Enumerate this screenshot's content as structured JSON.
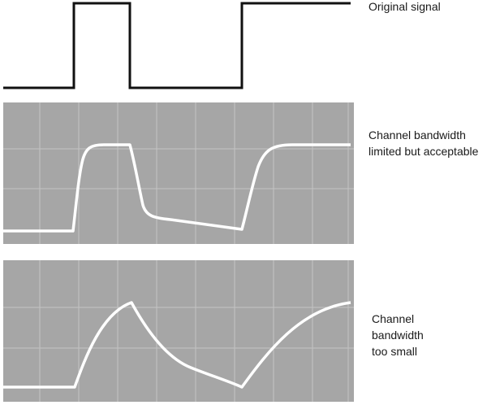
{
  "labels": {
    "original": "Original signal",
    "limited": [
      "Channel bandwidth",
      "limited but acceptable"
    ],
    "small": [
      "Channel",
      "bandwidth",
      "too small"
    ]
  },
  "colors": {
    "panel": "#a6a6a6",
    "grid": "#c4c4c4",
    "signal_line": "#111111",
    "output_line": "#ffffff"
  }
}
